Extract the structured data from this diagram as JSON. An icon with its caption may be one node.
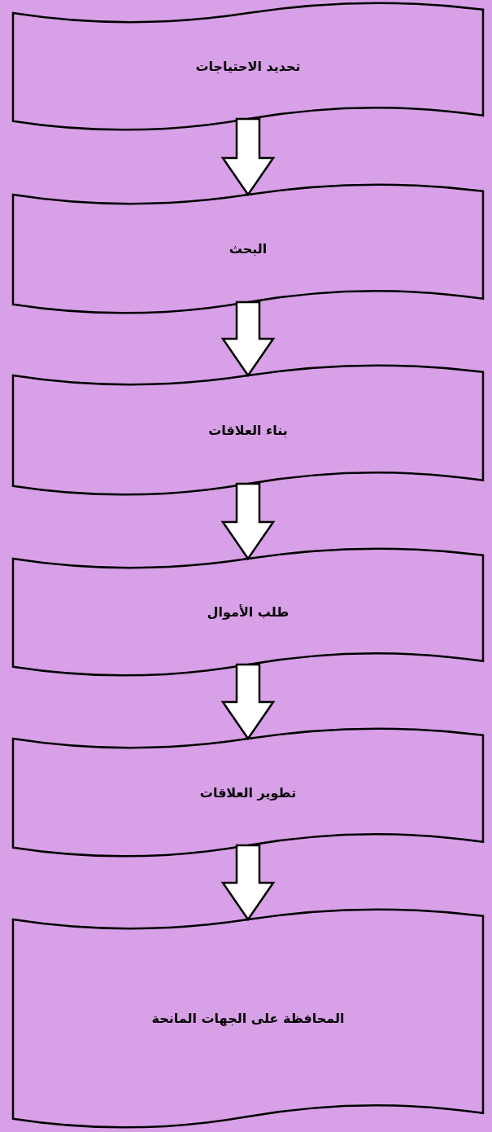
{
  "diagram": {
    "nodes": [
      {
        "text": [
          "تحديد الاحتياجات"
        ]
      },
      {
        "text": [
          "البحث"
        ]
      },
      {
        "text": [
          "بناء العلاقات"
        ]
      },
      {
        "text": [
          "طلب الأموال"
        ]
      },
      {
        "text": [
          "تطوير العلاقات"
        ]
      },
      {
        "text": [
          "المحافظة على الجهات المانحة"
        ]
      }
    ],
    "edges": [
      {
        "from": 0,
        "to": 1,
        "arrow": "to"
      },
      {
        "from": 1,
        "to": 2,
        "arrow": "to"
      },
      {
        "from": 2,
        "to": 3,
        "arrow": "to"
      },
      {
        "from": 3,
        "to": 4,
        "arrow": "to"
      },
      {
        "from": 4,
        "to": 5,
        "arrow": "to"
      }
    ]
  }
}
